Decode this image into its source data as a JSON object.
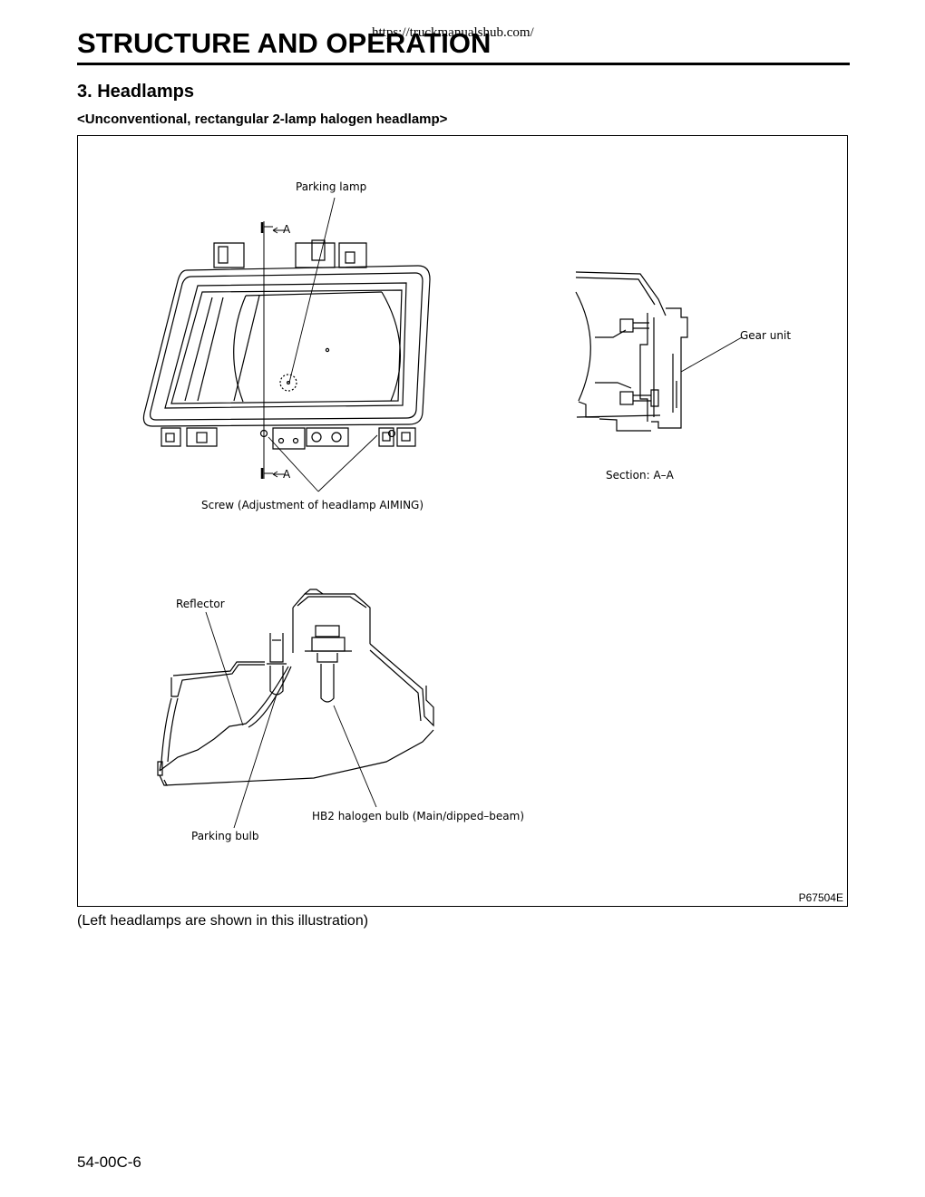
{
  "header": {
    "url": "https://truckmanualshub.com/",
    "title": "STRUCTURE AND OPERATION"
  },
  "section": {
    "title": "3.  Headlamps",
    "subtitle": "<Unconventional, rectangular 2-lamp halogen headlamp>"
  },
  "figure": {
    "labels": {
      "parking_lamp": "Parking lamp",
      "section_mark_top": "A",
      "section_mark_bottom": "A",
      "screw": "Screw (Adjustment of headlamp AIMING)",
      "gear_unit": "Gear unit",
      "section_aa": "Section: A–A",
      "reflector": "Reflector",
      "hb2_bulb": "HB2 halogen bulb (Main/dipped–beam)",
      "parking_bulb": "Parking bulb"
    },
    "id": "P67504E"
  },
  "caption": "(Left headlamps are shown in this illustration)",
  "footer": {
    "page_number": "54-00C-6"
  }
}
